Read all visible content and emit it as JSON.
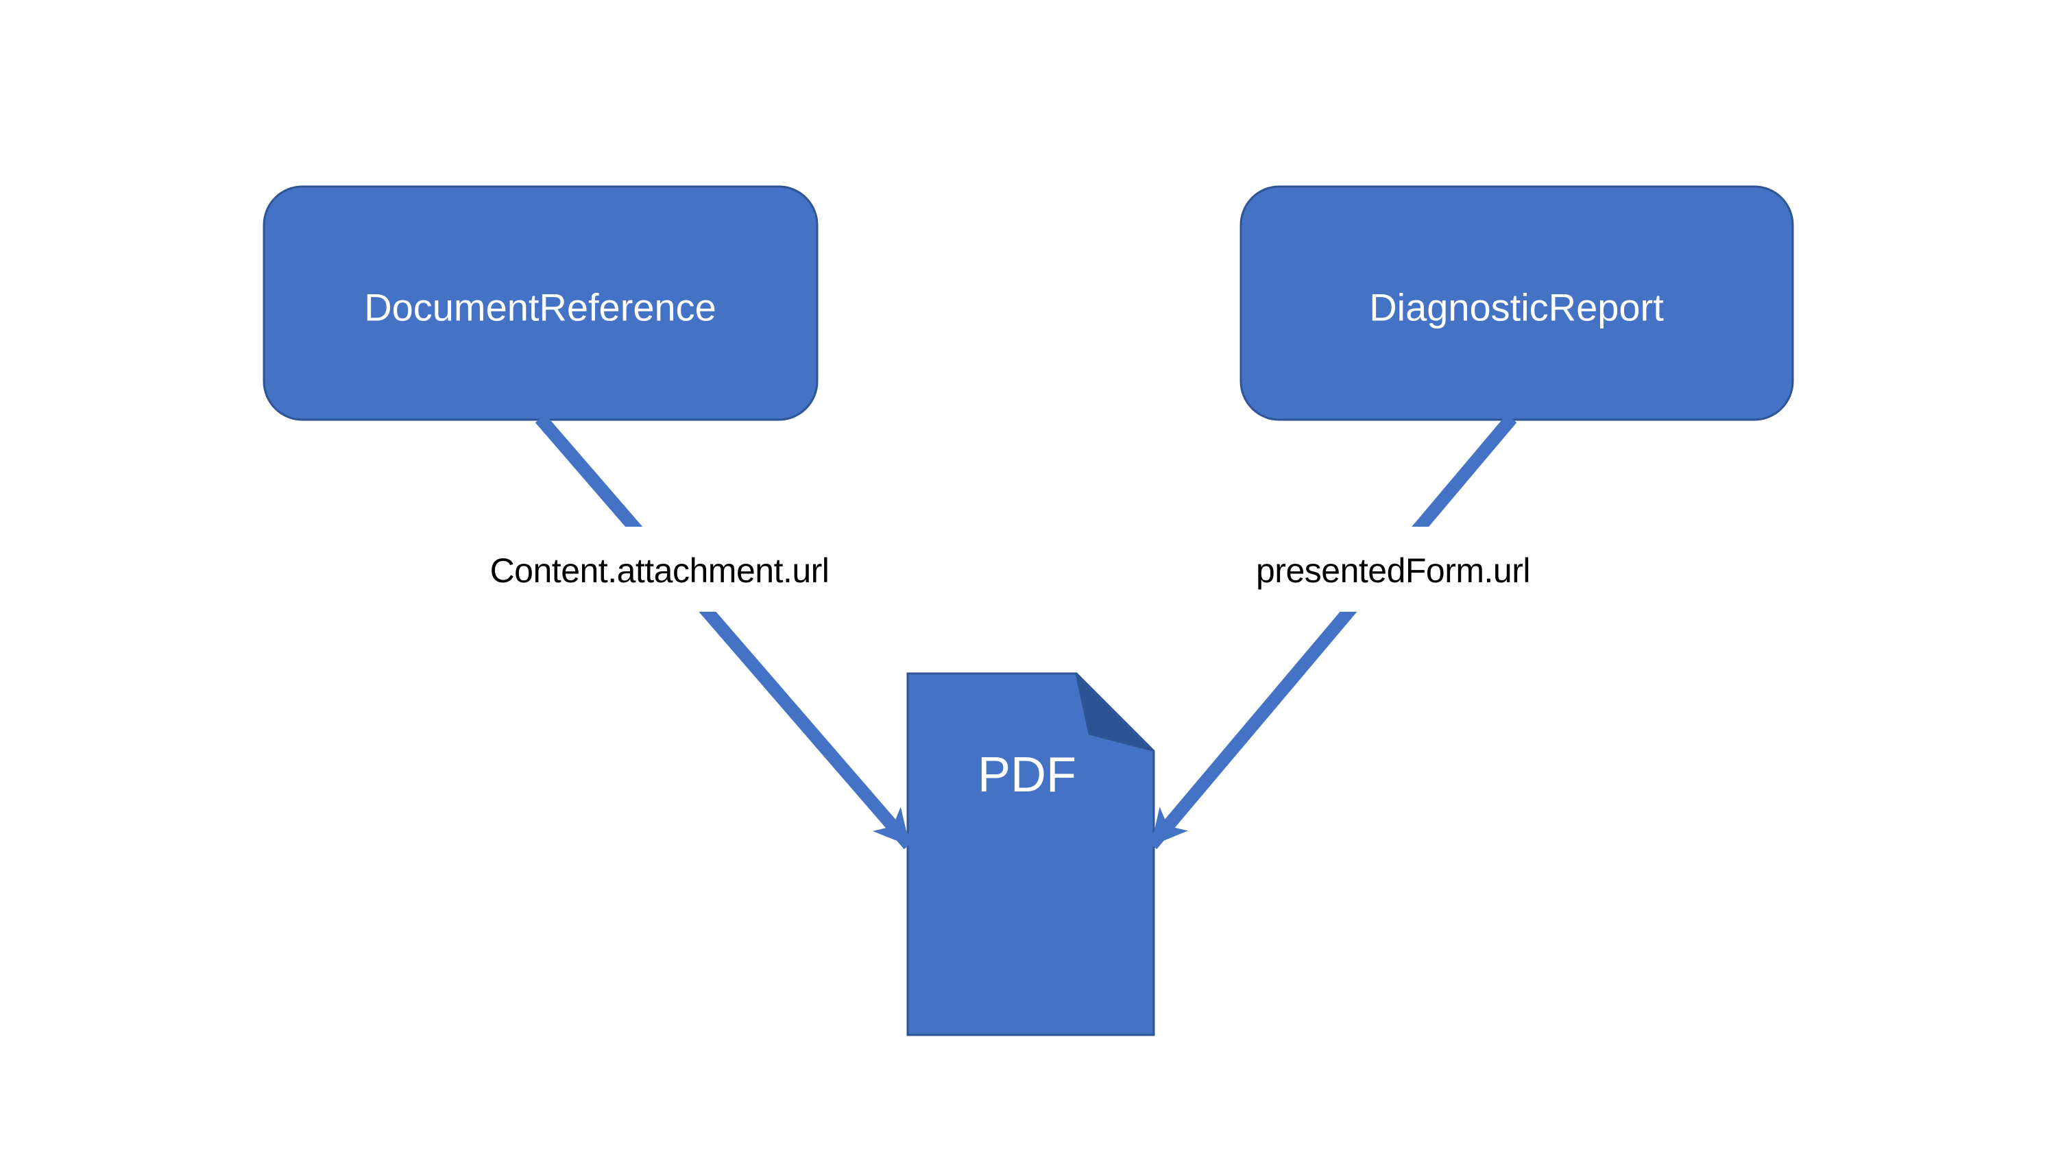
{
  "diagram": {
    "background_color": "#ffffff",
    "colors": {
      "shape_fill": "#4472C4",
      "shape_border": "#2F5597",
      "fold_fill": "#2E5395",
      "connector": "#4472C4",
      "shape_text": "#ffffff",
      "edge_label_text": "#000000"
    },
    "nodes": {
      "document_reference": {
        "label": "DocumentReference"
      },
      "diagnostic_report": {
        "label": "DiagnosticReport"
      }
    },
    "connectors": {
      "left": {
        "label": "Content.attachment.url"
      },
      "right": {
        "label": "presentedForm.url"
      }
    },
    "pdf": {
      "label": "PDF"
    }
  }
}
